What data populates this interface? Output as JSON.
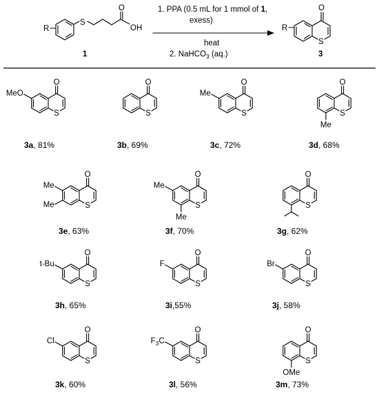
{
  "reaction": {
    "reactant_number": "1",
    "product_number": "3",
    "r_group": "R",
    "sulfur": "S",
    "carbonyl_o": "O",
    "hydroxyl": "OH",
    "conditions": {
      "step1_prefix": "1. PPA (0.5 mL for 1 mmol of ",
      "step1_bold": "1",
      "step1_suffix": ",",
      "step1_line2": "exess)",
      "heat": "heat",
      "step2_prefix": "2. NaHCO",
      "step2_sub": "3",
      "step2_suffix": " (aq.)"
    }
  },
  "products": [
    {
      "id": "3a",
      "yield": ", 81%",
      "substituent": "MeO",
      "position": "C6"
    },
    {
      "id": "3b",
      "yield": ", 69%",
      "substituent": "",
      "position": ""
    },
    {
      "id": "3c",
      "yield": ", 72%",
      "substituent": "Me",
      "position": "C6"
    },
    {
      "id": "3d",
      "yield": ", 68%",
      "substituent": "Me",
      "position": "C8"
    },
    {
      "id": "3e",
      "yield": ", 63%",
      "substituent": "Me",
      "substituent2": "Me",
      "position": "C6, C7"
    },
    {
      "id": "3f",
      "yield": ", 70%",
      "substituent": "Me",
      "substituent2": "Me",
      "position": "C6, C8"
    },
    {
      "id": "3g",
      "yield": ", 62%",
      "substituent": "",
      "position": "C8 (isopropyl)"
    },
    {
      "id": "3h",
      "yield": ", 65%",
      "substituent": "t-Bu",
      "position": "C6"
    },
    {
      "id": "3i",
      "yield": ",55%",
      "substituent": "F",
      "position": "C6"
    },
    {
      "id": "3j",
      "yield": ", 58%",
      "substituent": "Br",
      "position": "C6"
    },
    {
      "id": "3k",
      "yield": ", 60%",
      "substituent": "Cl",
      "position": "C6"
    },
    {
      "id": "3l",
      "yield": ", 56%",
      "substituent": "F",
      "substituent_sub": "3",
      "substituent_suffix": "C",
      "position": "C6"
    },
    {
      "id": "3m",
      "yield": ", 73%",
      "substituent": "OMe",
      "position": "C8"
    }
  ],
  "atoms": {
    "O": "O",
    "S": "S"
  }
}
